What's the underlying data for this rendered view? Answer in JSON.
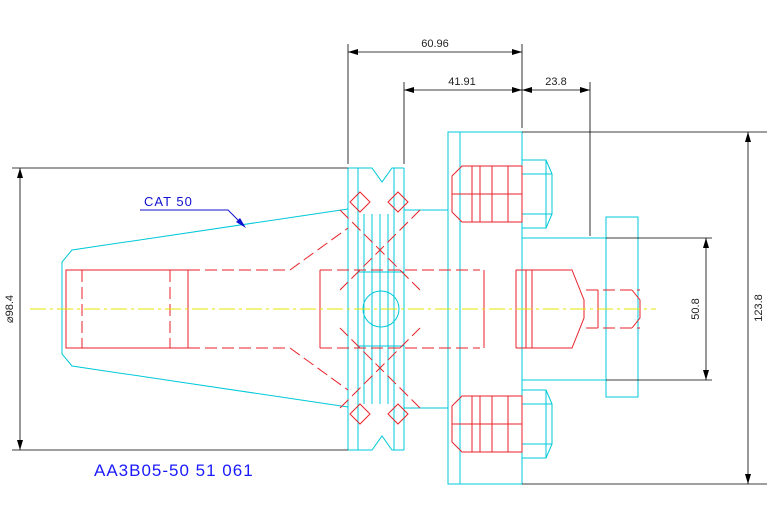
{
  "dimensions": {
    "width_total": "60.96",
    "width_taper_flange": "41.91",
    "width_hub": "23.8",
    "height_total": "123.8",
    "height_pilot": "50.8",
    "diameter_taper": "⌀98.4"
  },
  "callout": {
    "label": "CAT 50"
  },
  "part_number": "AA3B05-50 51 061",
  "colors": {
    "outline": "#00c8d8",
    "hidden": "#e8222a",
    "centerline": "#e6e600",
    "dimension": "#000000",
    "annotation": "#1010d0"
  }
}
